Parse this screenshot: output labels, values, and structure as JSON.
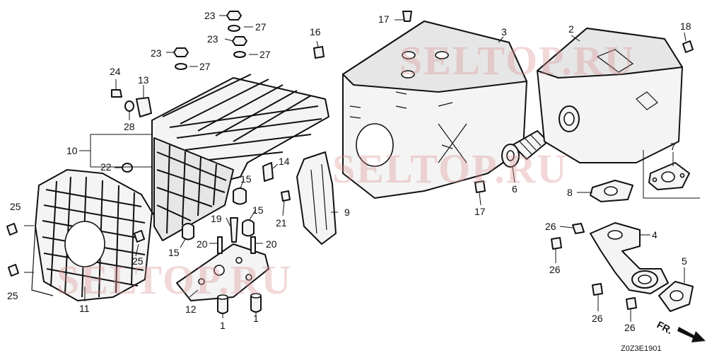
{
  "watermarks": [
    "SELTOP.RU",
    "SELTOP.RU",
    "SELTOP.RU"
  ],
  "direction_label": "FR.",
  "diagram_code": "Z0Z3E1901",
  "callouts": [
    {
      "id": "c-23a",
      "text": "23"
    },
    {
      "id": "c-27a",
      "text": "27"
    },
    {
      "id": "c-23b",
      "text": "23"
    },
    {
      "id": "c-27b",
      "text": "27"
    },
    {
      "id": "c-23c",
      "text": "23"
    },
    {
      "id": "c-27c",
      "text": "27"
    },
    {
      "id": "c-24",
      "text": "24"
    },
    {
      "id": "c-13",
      "text": "13"
    },
    {
      "id": "c-28",
      "text": "28"
    },
    {
      "id": "c-10",
      "text": "10"
    },
    {
      "id": "c-22",
      "text": "22"
    },
    {
      "id": "c-14",
      "text": "14"
    },
    {
      "id": "c-15a",
      "text": "15"
    },
    {
      "id": "c-15b",
      "text": "15"
    },
    {
      "id": "c-15c",
      "text": "15"
    },
    {
      "id": "c-25a",
      "text": "25"
    },
    {
      "id": "c-25b",
      "text": "25"
    },
    {
      "id": "c-25c",
      "text": "25"
    },
    {
      "id": "c-11",
      "text": "11"
    },
    {
      "id": "c-19",
      "text": "19"
    },
    {
      "id": "c-20a",
      "text": "20"
    },
    {
      "id": "c-20b",
      "text": "20"
    },
    {
      "id": "c-12",
      "text": "12"
    },
    {
      "id": "c-1a",
      "text": "1"
    },
    {
      "id": "c-1b",
      "text": "1"
    },
    {
      "id": "c-21",
      "text": "21"
    },
    {
      "id": "c-9",
      "text": "9"
    },
    {
      "id": "c-16",
      "text": "16"
    },
    {
      "id": "c-17a",
      "text": "17"
    },
    {
      "id": "c-17b",
      "text": "17"
    },
    {
      "id": "c-3",
      "text": "3"
    },
    {
      "id": "c-6",
      "text": "6"
    },
    {
      "id": "c-2",
      "text": "2"
    },
    {
      "id": "c-18",
      "text": "18"
    },
    {
      "id": "c-7",
      "text": "7"
    },
    {
      "id": "c-8",
      "text": "8"
    },
    {
      "id": "c-26a",
      "text": "26"
    },
    {
      "id": "c-26b",
      "text": "26"
    },
    {
      "id": "c-26c",
      "text": "26"
    },
    {
      "id": "c-26d",
      "text": "26"
    },
    {
      "id": "c-4",
      "text": "4"
    },
    {
      "id": "c-5",
      "text": "5"
    }
  ]
}
